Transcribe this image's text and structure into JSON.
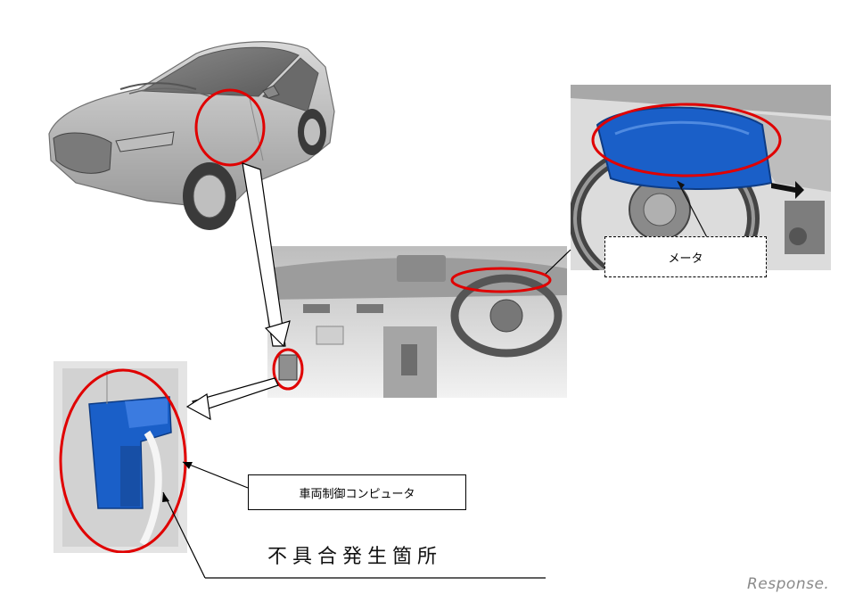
{
  "labels": {
    "meter": "メータ",
    "vehicle_control_computer": "車両制御コンピュータ",
    "defect_location": "不具合発生箇所"
  },
  "watermark": "Response.",
  "highlight_color": "#e00000",
  "part_color": "#1a5fc8",
  "icons": [
    "car-exterior-illustration",
    "dashboard-interior-illustration",
    "meter-cluster-closeup",
    "computer-unit-closeup"
  ]
}
